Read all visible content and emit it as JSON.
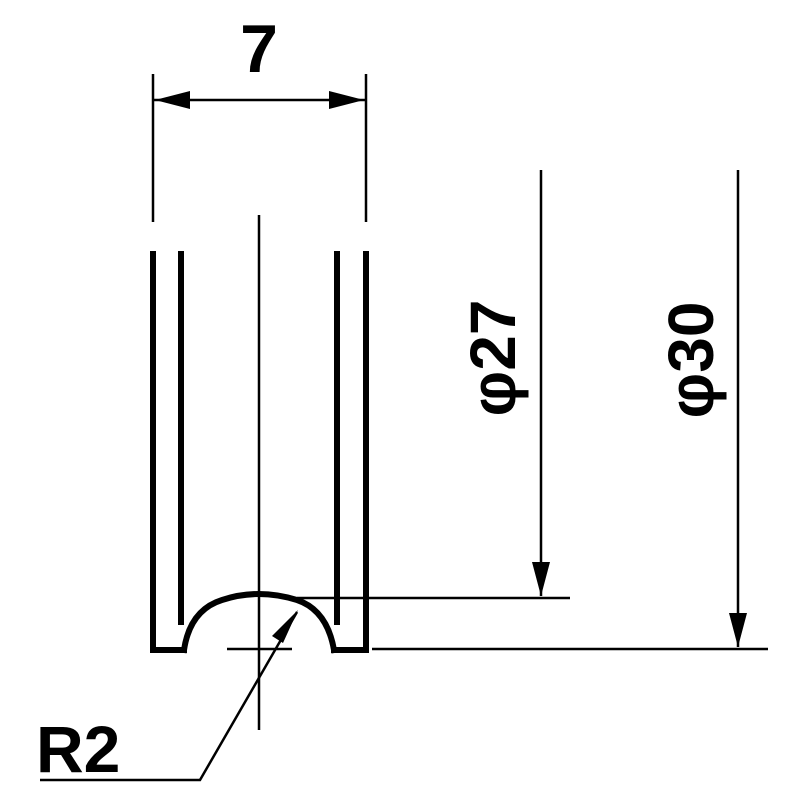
{
  "drawing": {
    "labels": {
      "width_dim": "7",
      "inner_dia_dim": "φ27",
      "outer_dia_dim": "φ30",
      "radius_dim": "R2"
    }
  }
}
